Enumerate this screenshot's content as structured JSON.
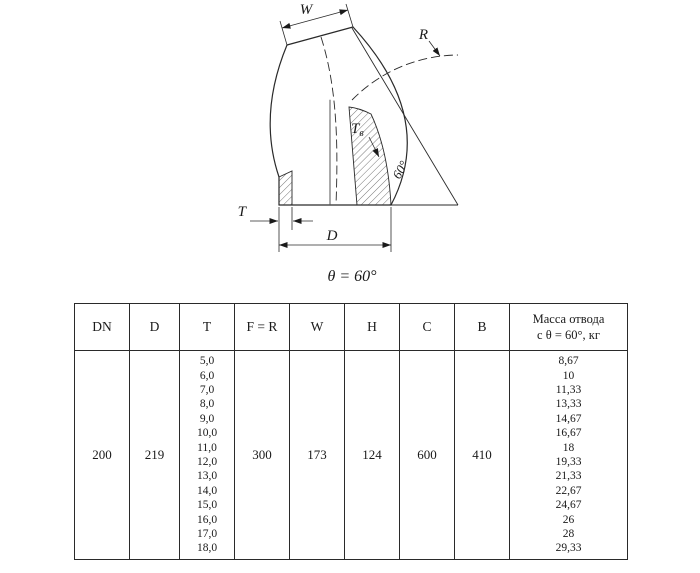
{
  "drawing": {
    "labels": {
      "w": "W",
      "r": "R",
      "tb_main": "T",
      "tb_sub": "в",
      "angle": "60°",
      "t": "T",
      "d": "D",
      "caption": "θ = 60°"
    }
  },
  "table": {
    "headers": [
      "DN",
      "D",
      "T",
      "F = R",
      "W",
      "H",
      "C",
      "B"
    ],
    "mass_header_line1": "Масса отвода",
    "mass_header_line2": "с θ = 60°, кг",
    "dn": "200",
    "d": "219",
    "t_values": [
      "5,0",
      "6,0",
      "7,0",
      "8,0",
      "9,0",
      "10,0",
      "11,0",
      "12,0",
      "13,0",
      "14,0",
      "15,0",
      "16,0",
      "17,0",
      "18,0"
    ],
    "f_r": "300",
    "w": "173",
    "h": "124",
    "c": "600",
    "b": "410",
    "mass_values": [
      "8,67",
      "10",
      "11,33",
      "13,33",
      "14,67",
      "16,67",
      "18",
      "19,33",
      "21,33",
      "22,67",
      "24,67",
      "26",
      "28",
      "29,33"
    ]
  }
}
